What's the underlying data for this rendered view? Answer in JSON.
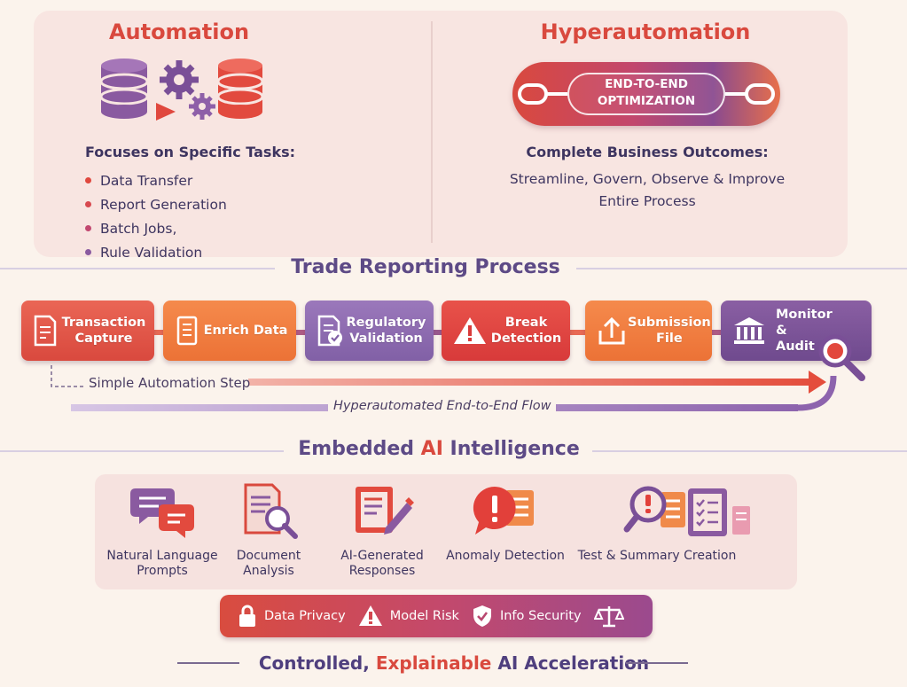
{
  "automation": {
    "title": "Automation",
    "focus_heading": "Focuses on Specific Tasks:",
    "tasks": [
      "Data Transfer",
      "Report Generation",
      "Batch Jobs,",
      "Rule Validation"
    ]
  },
  "hyperautomation": {
    "title": "Hyperautomation",
    "badge_line1": "END-TO-END",
    "badge_line2": "OPTIMIZATION",
    "outcomes_heading": "Complete Business Outcomes:",
    "outcomes_line1": "Streamline, Govern, Observe & Improve",
    "outcomes_line2": "Entire Process"
  },
  "process": {
    "title": "Trade Reporting Process",
    "steps": [
      {
        "line1": "Transaction",
        "line2": "Capture"
      },
      {
        "line1": "Enrich Data",
        "line2": ""
      },
      {
        "line1": "Regulatory",
        "line2": "Validation"
      },
      {
        "line1": "Break",
        "line2": "Detection"
      },
      {
        "line1": "Submission",
        "line2": "File"
      },
      {
        "line1": "Monitor &",
        "line2": "Audit"
      }
    ],
    "simple_step_label": "Simple Automation Step",
    "hyper_flow_label": "Hyperautomated End-to-End Flow"
  },
  "ai": {
    "title_pre": "Embedded ",
    "title_ai": "AI",
    "title_post": " Intelligence",
    "capabilities": [
      {
        "line1": "Natural Language",
        "line2": "Prompts",
        "icon": "chat-bubbles-icon"
      },
      {
        "line1": "Document",
        "line2": "Analysis",
        "icon": "document-magnifier-icon"
      },
      {
        "line1": "AI-Generated",
        "line2": "Responses",
        "icon": "document-pencil-icon"
      },
      {
        "line1": "Anomaly Detection",
        "line2": "",
        "icon": "alert-bubble-icon"
      },
      {
        "line1": "Test & Summary Creation",
        "line2": "",
        "icon": "search-alert-icon"
      },
      {
        "line1": "",
        "line2": "",
        "icon": "checklist-icon"
      }
    ],
    "controls": [
      "Data Privacy",
      "Model Risk",
      "Info Security"
    ]
  },
  "footer": {
    "pre": "Controlled, ",
    "highlight": "Explainable",
    "post": " AI Acceleration"
  },
  "colors": {
    "red": "#d9493e",
    "orange": "#ef7a3f",
    "purple": "#8a64a8",
    "deep_purple": "#6a4a8a",
    "panel": "#f8e5e1",
    "background": "#fbf3ec"
  }
}
